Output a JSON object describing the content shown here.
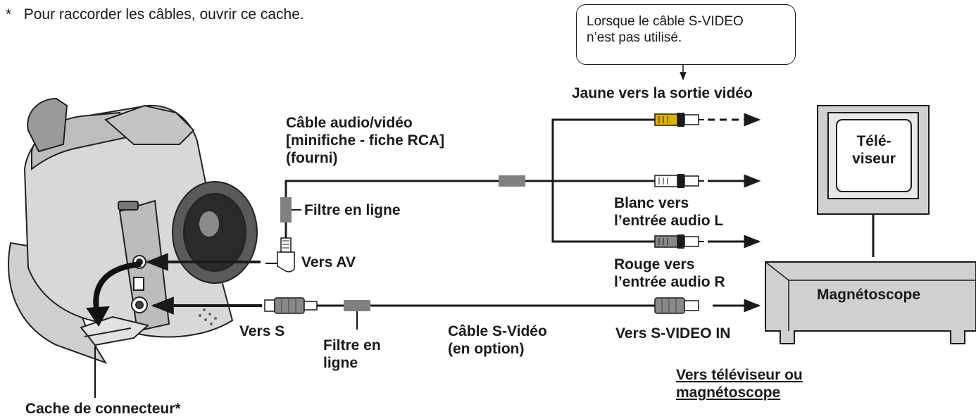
{
  "footnote": {
    "marker": "*",
    "text": "Pour raccorder les câbles, ouvrir ce cache."
  },
  "callout": {
    "line1": "Lorsque le câble S-VIDEO",
    "line2": "n’est pas utilisé."
  },
  "labels": {
    "yellow_out": "Jaune vers la sortie vidéo",
    "av_cable_1": "Câble audio/vidéo",
    "av_cable_2": "[minifiche - fiche RCA]",
    "av_cable_3": "(fourni)",
    "filter_inline": "Filtre en ligne",
    "white_1": "Blanc vers",
    "white_2": "l’entrée audio L",
    "red_1": "Rouge vers",
    "red_2": "l’entrée audio R",
    "to_av": "Vers AV",
    "to_s": "Vers S",
    "filter_2_1": "Filtre en",
    "filter_2_2": "ligne",
    "svideo_cable_1": "Câble S-Vidéo",
    "svideo_cable_2": "(en option)",
    "to_svideo_in": "Vers S-VIDEO IN",
    "tv_1": "Télé-",
    "tv_2": "viseur",
    "vcr": "Magnétoscope",
    "to_tv_vcr_1": "Vers téléviseur ou",
    "to_tv_vcr_2": "magnétoscope",
    "connector_cover": "Cache de connecteur*"
  },
  "icons": [
    "camcorder-illustration",
    "tv-icon",
    "vcr-icon",
    "rca-plug-icon",
    "svideo-plug-icon",
    "minijack-plug-icon",
    "ferrite-filter-icon"
  ]
}
